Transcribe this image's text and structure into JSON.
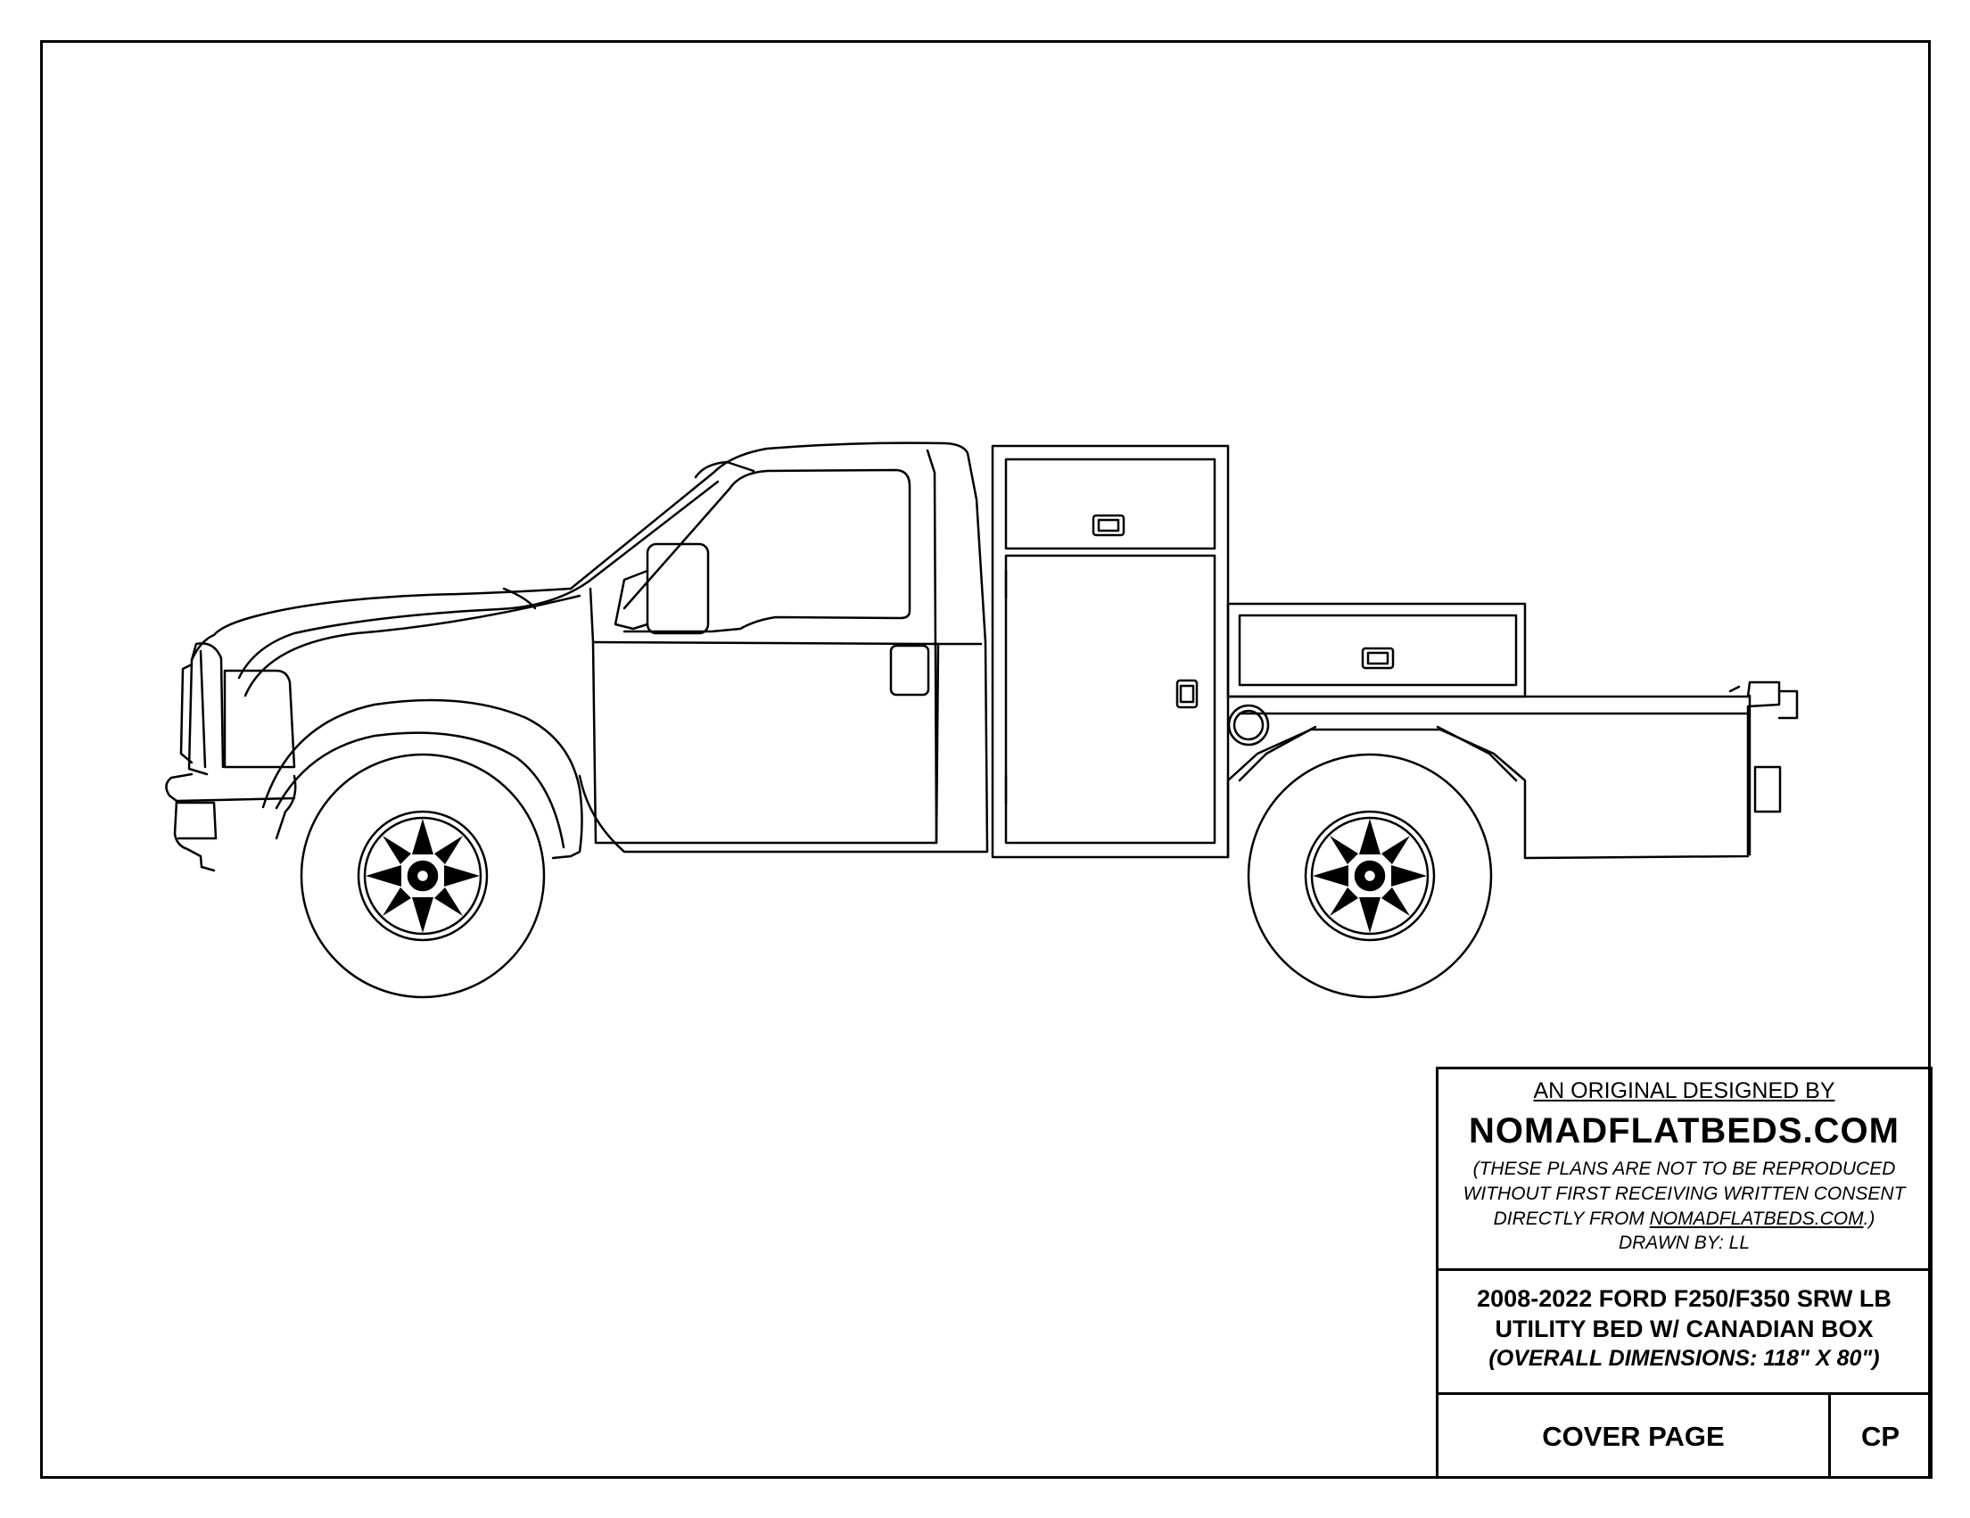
{
  "title_block": {
    "designed_by": "AN ORIGINAL DESIGNED BY",
    "site": "NOMADFLATBEDS.COM",
    "notice_line1": "(THESE PLANS ARE NOT TO BE REPRODUCED",
    "notice_line2": "WITHOUT FIRST RECEIVING WRITTEN CONSENT",
    "notice_line3_prefix": "DIRECTLY FROM ",
    "notice_line3_link": "NOMADFLATBEDS.COM",
    "notice_line3_suffix": ".)",
    "drawn_by": "DRAWN BY: LL",
    "model_line1": "2008-2022 FORD F250/F350 SRW LB",
    "model_line2": "UTILITY BED W/ CANADIAN BOX",
    "dimensions": "(OVERALL DIMENSIONS: 118\" X 80\")",
    "page_label": "COVER PAGE",
    "page_code": "CP"
  },
  "colors": {
    "ink": "#000000",
    "paper": "#ffffff"
  }
}
